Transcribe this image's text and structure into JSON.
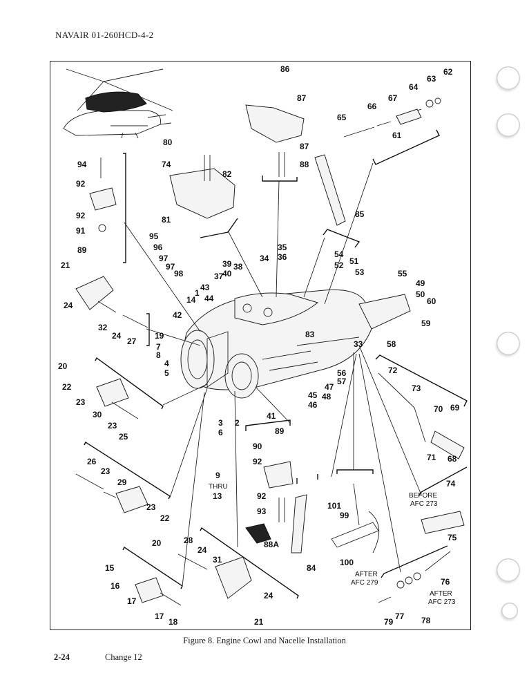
{
  "header": {
    "doc_id": "NAVAIR 01-260HCD-4-2"
  },
  "figure": {
    "caption": "Figure 8.  Engine Cowl and Nacelle Installation"
  },
  "footer": {
    "page_number": "2-24",
    "change": "Change 12"
  },
  "notes": {
    "thru_top": "9",
    "thru_word": "THRU",
    "thru_bottom": "13",
    "before_afc_273_a": "BEFORE",
    "before_afc_273_b": "AFC 273",
    "after_afc_279_a": "AFTER",
    "after_afc_279_b": "AFC 279",
    "after_afc_273_a": "AFTER",
    "after_afc_273_b": "AFC 273"
  },
  "callouts": [
    "86",
    "87",
    "62",
    "63",
    "64",
    "67",
    "66",
    "65",
    "61",
    "87",
    "88",
    "80",
    "74",
    "82",
    "85",
    "94",
    "92",
    "92",
    "91",
    "89",
    "81",
    "95",
    "96",
    "97",
    "97",
    "98",
    "35",
    "36",
    "34",
    "54",
    "52",
    "51",
    "53",
    "39",
    "38",
    "37",
    "40",
    "55",
    "49",
    "50",
    "60",
    "43",
    "44",
    "1",
    "14",
    "42",
    "21",
    "24",
    "32",
    "24",
    "27",
    "19",
    "7",
    "8",
    "4",
    "5",
    "83",
    "59",
    "33",
    "58",
    "20",
    "22",
    "23",
    "30",
    "23",
    "25",
    "56",
    "57",
    "47",
    "48",
    "45",
    "46",
    "72",
    "73",
    "70",
    "69",
    "71",
    "68",
    "3",
    "2",
    "6",
    "41",
    "89",
    "90",
    "92",
    "26",
    "23",
    "29",
    "23",
    "22",
    "20",
    "74",
    "75",
    "101",
    "99",
    "92",
    "93",
    "88A",
    "84",
    "100",
    "76",
    "28",
    "24",
    "31",
    "15",
    "16",
    "17",
    "24",
    "21",
    "17",
    "18",
    "79",
    "77",
    "78"
  ]
}
